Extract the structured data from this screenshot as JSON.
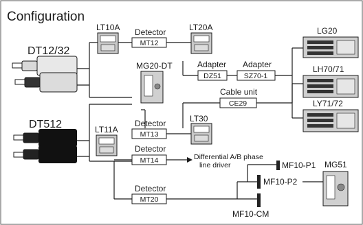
{
  "title": "Configuration",
  "groups": {
    "input_top": "DT12/32",
    "input_bottom": "DT512"
  },
  "devices": {
    "lt10a": "LT10A",
    "lt11a": "LT11A",
    "lt20a": "LT20A",
    "mg20dt": "MG20-DT",
    "lt30": "LT30",
    "lg20": "LG20",
    "lh70": "LH70/71",
    "ly71": "LY71/72",
    "mf10p1": "MF10-P1",
    "mf10p2": "MF10-P2",
    "mf10cm": "MF10-CM",
    "mg51": "MG51"
  },
  "labels": {
    "detector": "Detector",
    "adapter": "Adapter",
    "cable_unit": "Cable unit",
    "line_driver_1": "Differential A/B phase",
    "line_driver_2": "line driver"
  },
  "boxes": {
    "mt12": "MT12",
    "dz51": "DZ51",
    "sz70": "SZ70-1",
    "ce29": "CE29",
    "mt13": "MT13",
    "mt14": "MT14",
    "mt20": "MT20"
  },
  "colors": {
    "line": "#1a1a1a",
    "device_gray": "#c8c8c8",
    "probe_dark": "#111111"
  }
}
